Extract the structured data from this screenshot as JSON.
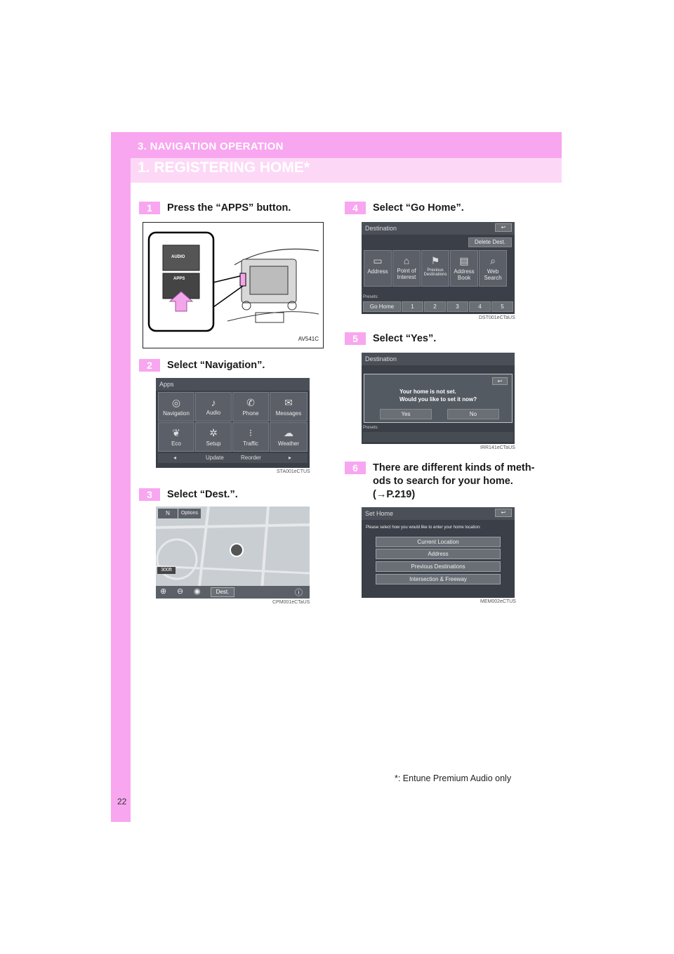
{
  "header": {
    "section_title": "3. NAVIGATION OPERATION",
    "heading": "1. REGISTERING HOME*"
  },
  "steps": [
    {
      "number": "1",
      "text": "Press the “APPS” button."
    },
    {
      "number": "2",
      "text": "Select “Navigation”."
    },
    {
      "number": "3",
      "text": "Select “Dest.”."
    },
    {
      "number": "4",
      "text": "Select “Go Home”."
    },
    {
      "number": "5",
      "text": "Select “Yes”."
    },
    {
      "number": "6",
      "text_line1": "There are different kinds of meth-",
      "text_line2": "ods to search for your home.",
      "text_line3": "(→P.219)"
    }
  ],
  "images": {
    "apps_button": {
      "code": "AV541C",
      "labels": {
        "audio": "AUDIO",
        "apps": "APPS"
      }
    },
    "apps_screen": {
      "code": "STA001eCTUS",
      "title": "Apps",
      "tiles": [
        "Navigation",
        "Audio",
        "Phone",
        "Messages",
        "Eco",
        "Setup",
        "Traffic",
        "Weather"
      ],
      "bar": [
        "Update",
        "Reorder"
      ]
    },
    "map_screen": {
      "code": "CPM001eCTaUS",
      "options": "Options",
      "scale": "300ft",
      "dest": "Dest."
    },
    "destination_screen": {
      "code": "DST001eCTaUS",
      "title": "Destination",
      "delete": "Delete Dest.",
      "tiles": [
        "Address",
        "Point of Interest",
        "Previous Destinations",
        "Address Book",
        "Web Search"
      ],
      "presets_label": "Presets:",
      "presets": [
        "Go Home",
        "1",
        "2",
        "3",
        "4",
        "5"
      ]
    },
    "yes_screen": {
      "code": "IRR141eCTaUS",
      "title": "Destination",
      "message_line1": "Your home is not set.",
      "message_line2": "Would you like to set it now?",
      "yes": "Yes",
      "no": "No",
      "presets_label": "Presets:"
    },
    "set_home_screen": {
      "code": "MEM002eCTUS",
      "title": "Set Home",
      "prompt": "Please select how you would like to enter your home location:",
      "options": [
        "Current Location",
        "Address",
        "Previous Destinations",
        "Intersection & Freeway"
      ]
    }
  },
  "footnote": "*: Entune Premium Audio only",
  "page_number": "22"
}
